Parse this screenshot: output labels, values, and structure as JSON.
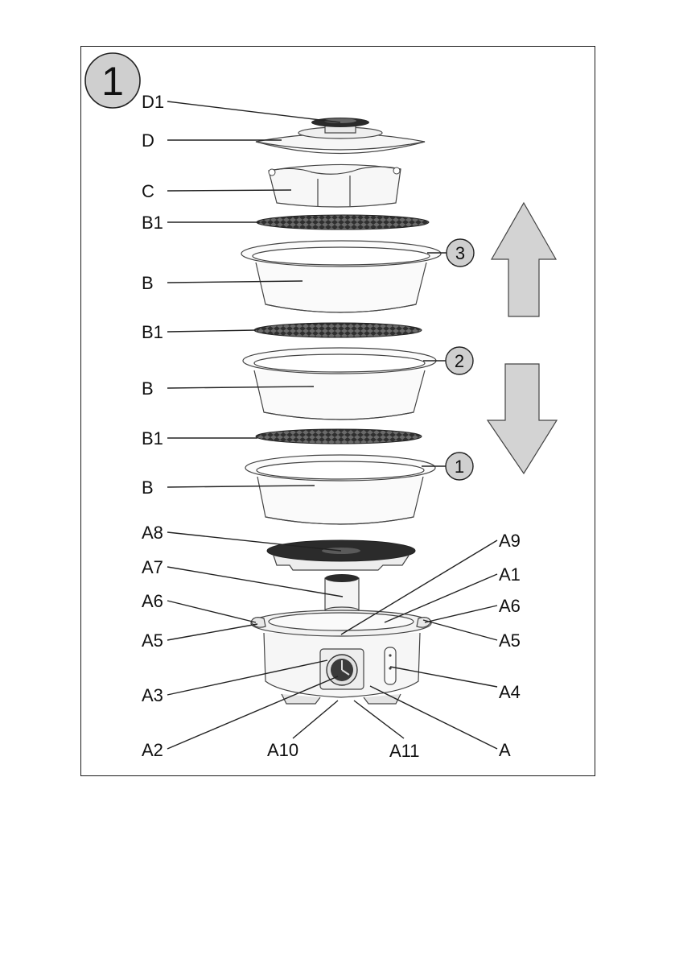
{
  "figure": {
    "number": "1"
  },
  "levels": [
    "3",
    "2",
    "1"
  ],
  "labels": {
    "D1": "D1",
    "D": "D",
    "C": "C",
    "B1_top": "B1",
    "B_top": "B",
    "B1_mid": "B1",
    "B_mid": "B",
    "B1_low": "B1",
    "B_low": "B",
    "A8": "A8",
    "A7": "A7",
    "A6_left": "A6",
    "A5_left": "A5",
    "A3": "A3",
    "A2": "A2",
    "A10": "A10",
    "A11": "A11",
    "A9": "A9",
    "A1": "A1",
    "A6_right": "A6",
    "A5_right": "A5",
    "A4": "A4",
    "A": "A"
  },
  "colors": {
    "arrow_fill": "#d3d3d3",
    "badge_fill": "#cfcfcf",
    "mesh": "#3c3c3c"
  }
}
